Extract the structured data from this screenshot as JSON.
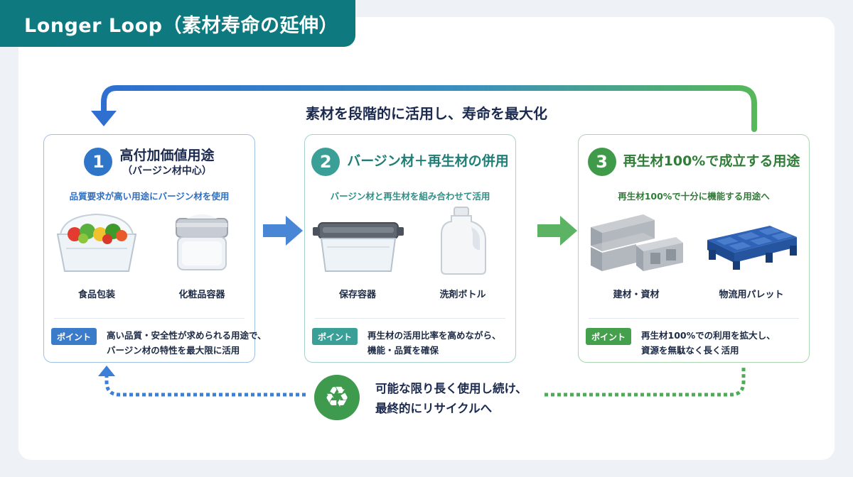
{
  "page_title": "Longer Loop（素材寿命の延伸）",
  "headline": "素材を段階的に活用し、寿命を最大化",
  "cards": [
    {
      "number": "1",
      "title": "高付加価値用途",
      "subtitle": "（バージン材中心）",
      "description": "品質要求が高い用途にバージン材を使用",
      "items": [
        {
          "label": "食品包装",
          "icon": "salad-container-icon"
        },
        {
          "label": "化粧品容器",
          "icon": "cosmetic-jar-icon"
        }
      ],
      "point_label": "ポイント",
      "point_lines": [
        "高い品質・安全性が求められる用途で、",
        "バージン材の特性を最大限に活用"
      ]
    },
    {
      "number": "2",
      "title": "バージン材＋再生材の併用",
      "subtitle": "",
      "description": "バージン材と再生材を組み合わせて活用",
      "items": [
        {
          "label": "保存容器",
          "icon": "storage-container-icon"
        },
        {
          "label": "洗剤ボトル",
          "icon": "detergent-bottle-icon"
        }
      ],
      "point_label": "ポイント",
      "point_lines": [
        "再生材の活用比率を高めながら、",
        "機能・品質を確保"
      ]
    },
    {
      "number": "3",
      "title": "再生材100%で成立する用途",
      "subtitle": "",
      "description": "再生材100%で十分に機能する用途へ",
      "items": [
        {
          "label": "建材・資材",
          "icon": "concrete-block-icon"
        },
        {
          "label": "物流用パレット",
          "icon": "pallet-icon"
        }
      ],
      "point_label": "ポイント",
      "point_lines": [
        "再生材100%での利用を拡大し、",
        "資源を無駄なく長く活用"
      ]
    }
  ],
  "bottom_lines": [
    "可能な限り長く使用し続け、",
    "最終的にリサイクルへ"
  ],
  "colors": {
    "teal": "#0e7a7f",
    "blue": "#2f75c8",
    "green_teal": "#3a9f96",
    "green": "#3f9b49"
  }
}
